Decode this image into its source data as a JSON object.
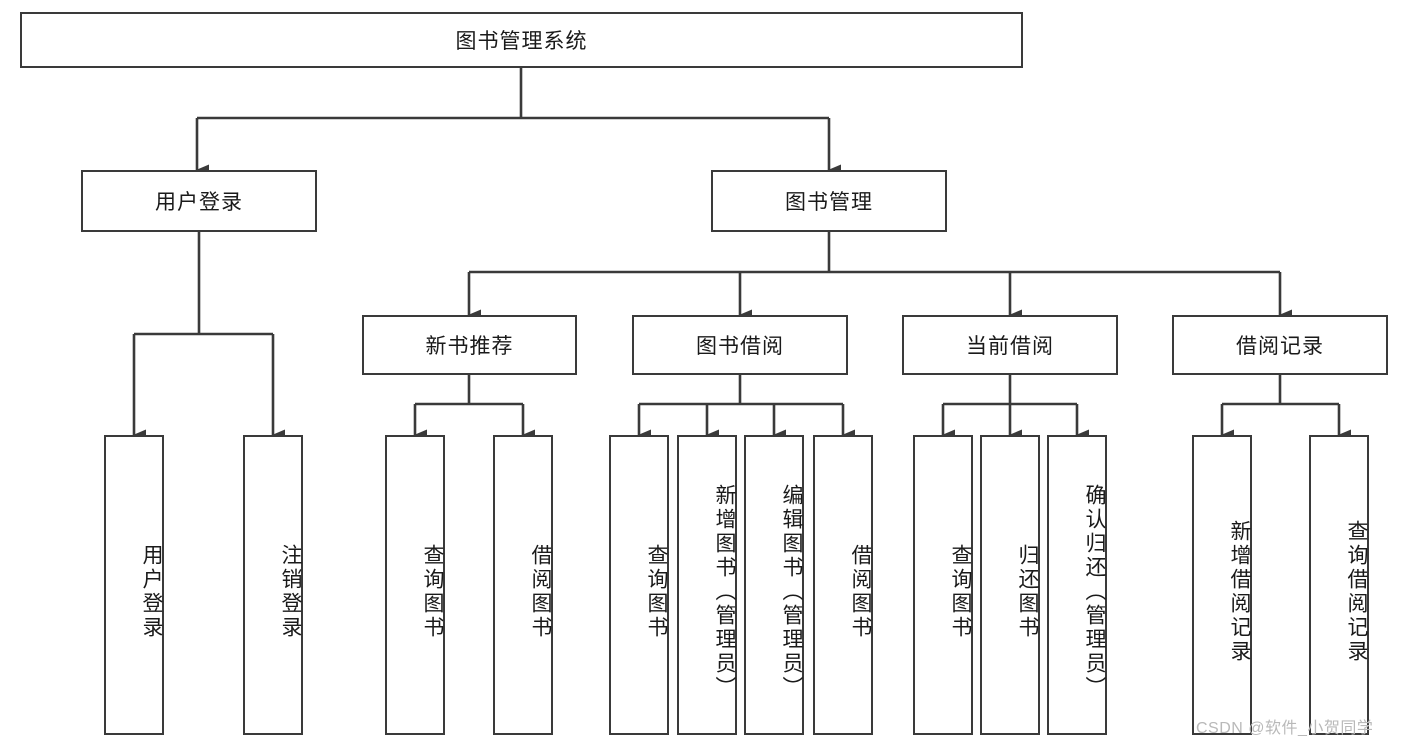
{
  "diagram": {
    "title": "图书管理系统",
    "type": "tree-hierarchy",
    "orientation": "top-down",
    "colors": {
      "box_border": "#3a3a3a",
      "box_fill": "#ffffff",
      "edge": "#3a3a3a",
      "text": "#1a1a1a",
      "watermark": "#b9b9b9"
    },
    "root": {
      "label": "图书管理系统"
    },
    "level2": [
      {
        "id": "user-login",
        "label": "用户登录"
      },
      {
        "id": "book-manage",
        "label": "图书管理"
      }
    ],
    "level3": [
      {
        "id": "new-book-rec",
        "label": "新书推荐",
        "parent": "book-manage"
      },
      {
        "id": "book-borrow",
        "label": "图书借阅",
        "parent": "book-manage"
      },
      {
        "id": "current-borrow",
        "label": "当前借阅",
        "parent": "book-manage"
      },
      {
        "id": "borrow-record",
        "label": "借阅记录",
        "parent": "book-manage"
      }
    ],
    "leaves": [
      {
        "id": "leaf-user-login",
        "label": "用户登录",
        "parent": "user-login"
      },
      {
        "id": "leaf-user-logout",
        "label": "注销登录",
        "parent": "user-login"
      },
      {
        "id": "leaf-query-book-1",
        "label": "查询图书",
        "parent": "new-book-rec"
      },
      {
        "id": "leaf-borrow-book-1",
        "label": "借阅图书",
        "parent": "new-book-rec"
      },
      {
        "id": "leaf-query-book-2",
        "label": "查询图书",
        "parent": "book-borrow"
      },
      {
        "id": "leaf-add-book",
        "label": "新增图书（管理员）",
        "parent": "book-borrow"
      },
      {
        "id": "leaf-edit-book",
        "label": "编辑图书（管理员）",
        "parent": "book-borrow"
      },
      {
        "id": "leaf-borrow-book-2",
        "label": "借阅图书",
        "parent": "book-borrow"
      },
      {
        "id": "leaf-query-book-3",
        "label": "查询图书",
        "parent": "current-borrow"
      },
      {
        "id": "leaf-return-book",
        "label": "归还图书",
        "parent": "current-borrow"
      },
      {
        "id": "leaf-confirm-return",
        "label": "确认归还（管理员）",
        "parent": "current-borrow"
      },
      {
        "id": "leaf-add-record",
        "label": "新增借阅记录",
        "parent": "borrow-record"
      },
      {
        "id": "leaf-query-record",
        "label": "查询借阅记录",
        "parent": "borrow-record"
      }
    ],
    "watermark": "CSDN @软件_小贺同学"
  }
}
